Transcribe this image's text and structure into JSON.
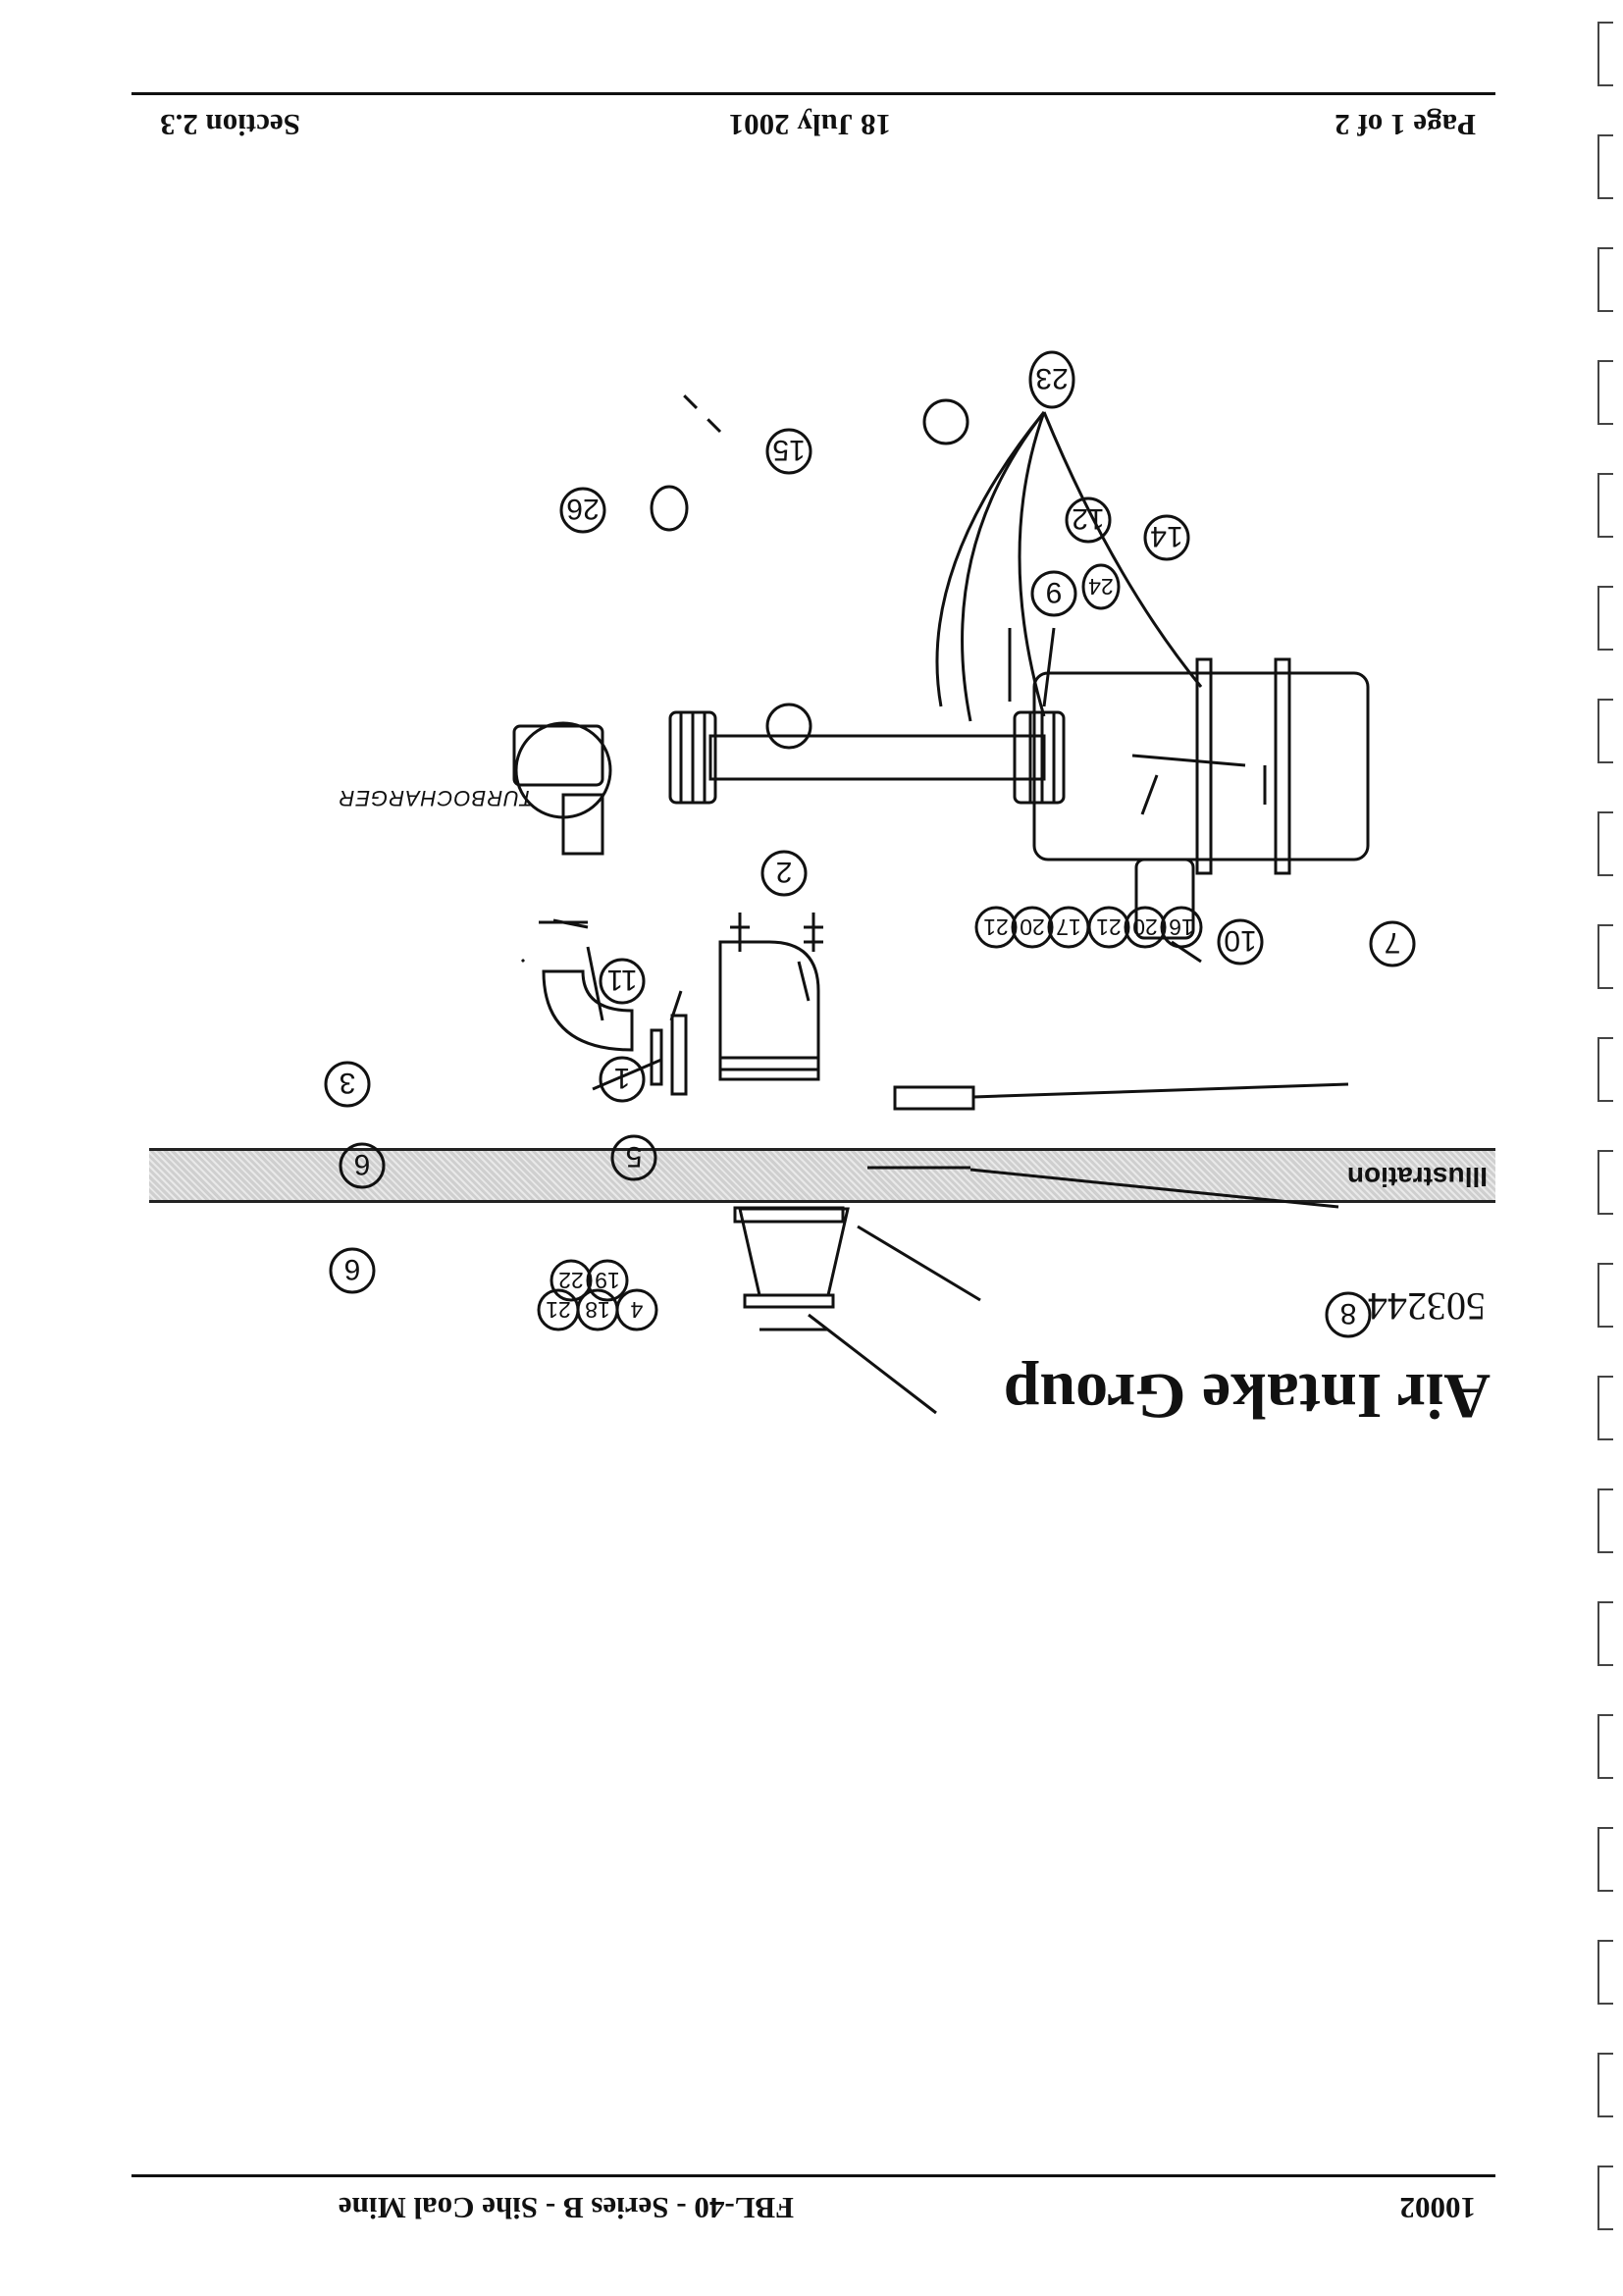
{
  "header": {
    "page": "Page 1 of 2",
    "date": "18 July 2001",
    "section": "Section 2.3"
  },
  "title": "Air Intake Group",
  "part_number": "503244",
  "band": {
    "label": "Illustration"
  },
  "footer": {
    "code": "10002",
    "machine": "FBL-40 - Series B - Sihe Coal Mine"
  },
  "diagram": {
    "turbocharger_label": "TURBOCHARGER",
    "callouts": {
      "c1": "1",
      "c2": "2",
      "c3": "3",
      "c4": "4",
      "c18": "18",
      "c21": "21",
      "c19": "19",
      "c22": "22",
      "c5": "5",
      "c6a": "6",
      "c6b": "6",
      "c7": "7",
      "c8": "8",
      "c9": "9",
      "c10": "10",
      "c11": "11",
      "c12": "12",
      "c14": "14",
      "c15": "15",
      "c16": "16",
      "c20a": "20",
      "c21a": "21",
      "c17": "17",
      "c20b": "20",
      "c21b": "21",
      "c23": "23",
      "c24": "24",
      "c26": "26"
    }
  }
}
